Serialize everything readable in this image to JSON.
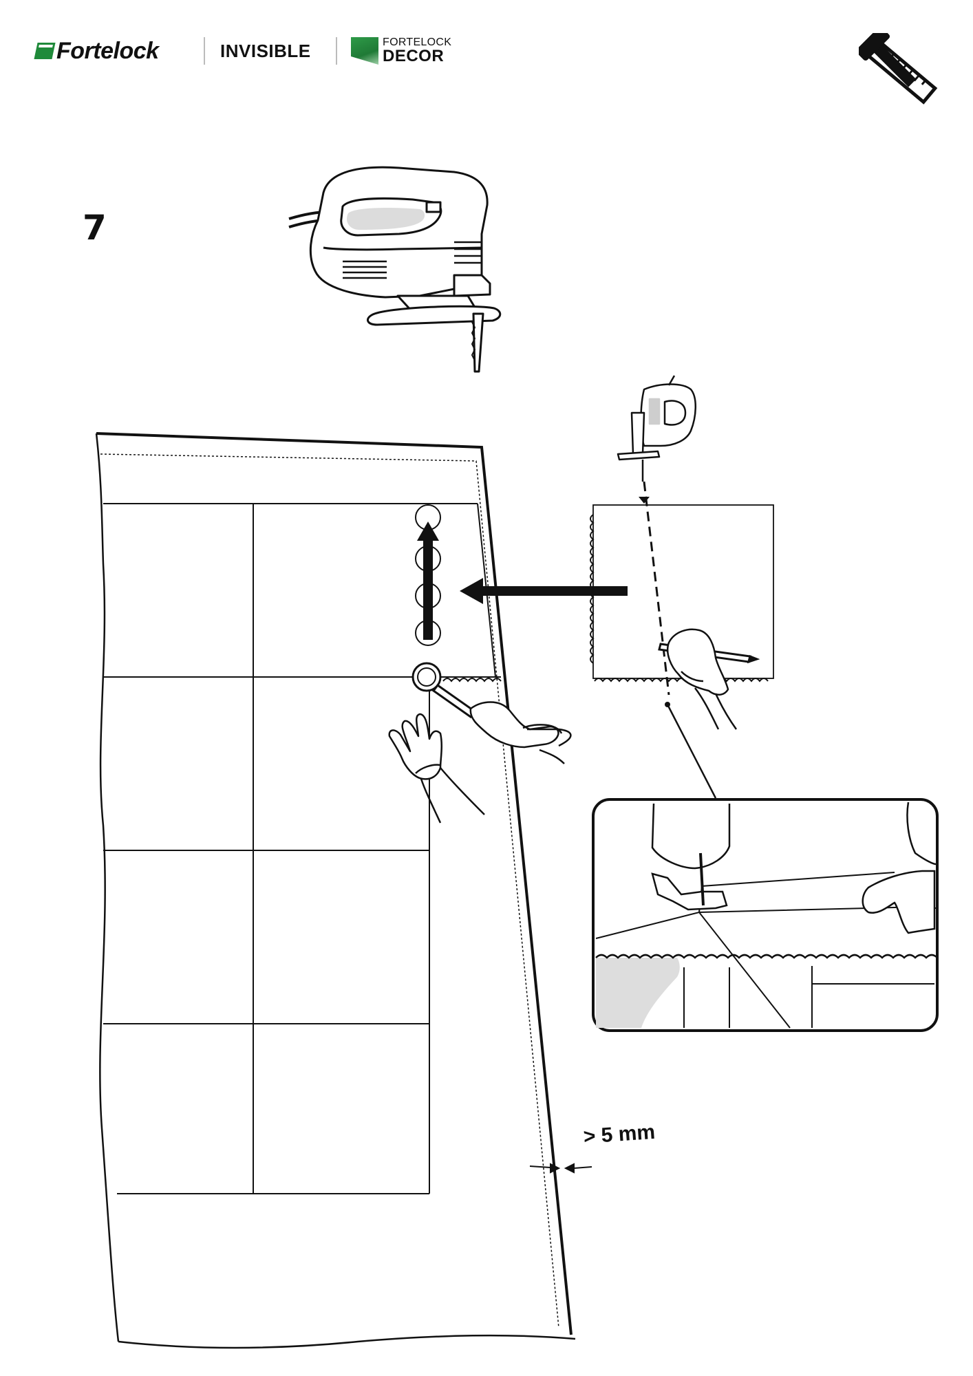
{
  "header": {
    "brand_1": "Fortelock",
    "brand_2": "INVISIBLE",
    "brand_3_top": "FORTELOCK",
    "brand_3_bottom": "DECOR",
    "brand_color": "#1f8a3a"
  },
  "step": {
    "number": "7"
  },
  "annotations": {
    "expansion_gap": "> 5 mm"
  },
  "icons": [
    "tools-icon",
    "jigsaw-icon",
    "hand-icon",
    "pencil-icon",
    "arrow-icon"
  ]
}
